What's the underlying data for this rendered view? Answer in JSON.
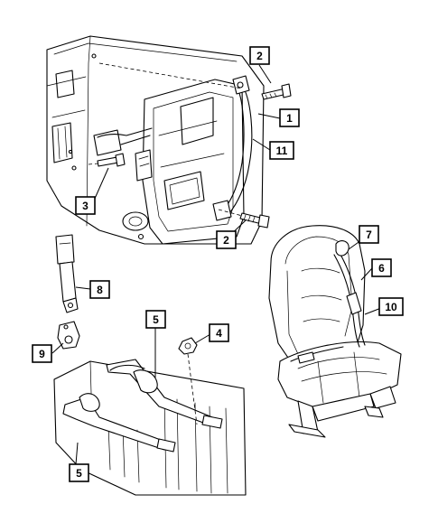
{
  "diagram": {
    "callouts": [
      {
        "id": "c1",
        "label": "1"
      },
      {
        "id": "c2a",
        "label": "2"
      },
      {
        "id": "c2b",
        "label": "2"
      },
      {
        "id": "c3",
        "label": "3"
      },
      {
        "id": "c4",
        "label": "4"
      },
      {
        "id": "c5a",
        "label": "5"
      },
      {
        "id": "c5b",
        "label": "5"
      },
      {
        "id": "c6",
        "label": "6"
      },
      {
        "id": "c7",
        "label": "7"
      },
      {
        "id": "c8",
        "label": "8"
      },
      {
        "id": "c9",
        "label": "9"
      },
      {
        "id": "c10",
        "label": "10"
      },
      {
        "id": "c11",
        "label": "11"
      }
    ]
  }
}
